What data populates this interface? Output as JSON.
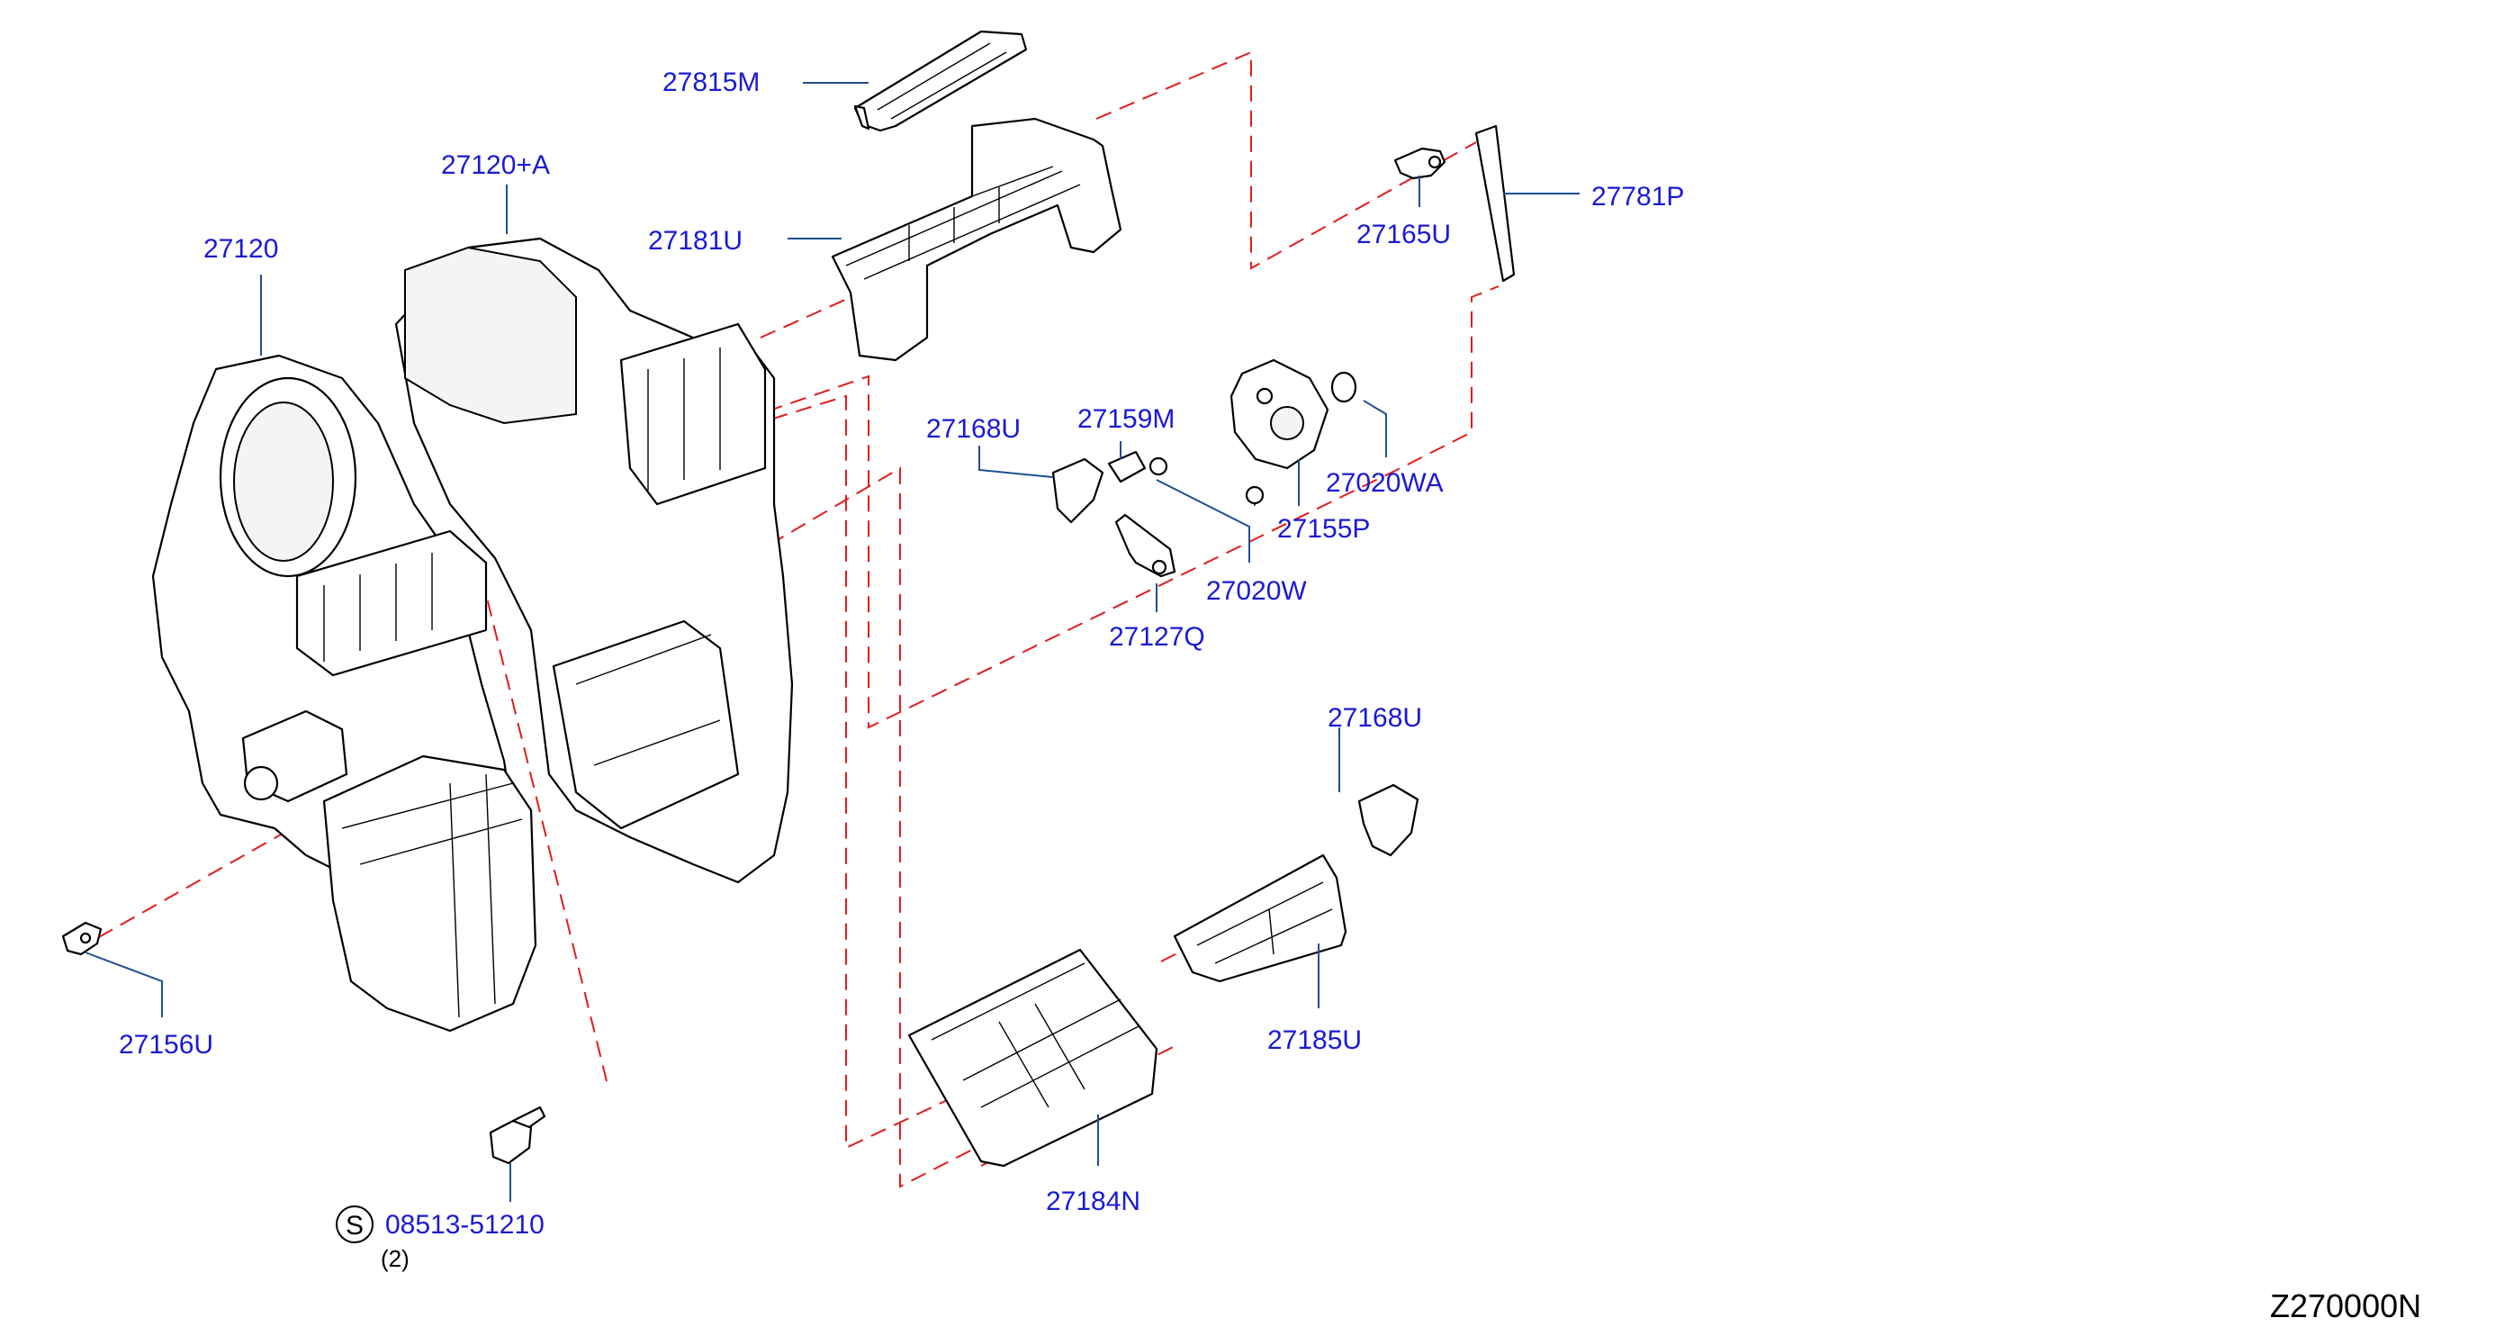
{
  "diagram_id": "Z270000N",
  "parts": [
    {
      "key": "p27815M",
      "label": "27815M"
    },
    {
      "key": "p27120A",
      "label": "27120+A"
    },
    {
      "key": "p27120",
      "label": "27120"
    },
    {
      "key": "p27181U",
      "label": "27181U"
    },
    {
      "key": "p27165U",
      "label": "27165U"
    },
    {
      "key": "p27781P",
      "label": "27781P"
    },
    {
      "key": "p27168U_top",
      "label": "27168U"
    },
    {
      "key": "p27159M",
      "label": "27159M"
    },
    {
      "key": "p27020WA",
      "label": "27020WA"
    },
    {
      "key": "p27155P",
      "label": "27155P"
    },
    {
      "key": "p27020W",
      "label": "27020W"
    },
    {
      "key": "p27127Q",
      "label": "27127Q"
    },
    {
      "key": "p27168U_bottom",
      "label": "27168U"
    },
    {
      "key": "p27185U",
      "label": "27185U"
    },
    {
      "key": "p27184N",
      "label": "27184N"
    },
    {
      "key": "p27156U",
      "label": "27156U"
    },
    {
      "key": "p08513",
      "label": "08513-51210"
    }
  ],
  "screw_symbol": "S",
  "screw_qty": "(2)",
  "colors": {
    "label": "#1a1ad6",
    "leader": "#1f4f8f",
    "dashed_line": "#e31b1b",
    "part_line": "#000000"
  },
  "icons": [
    "screw-symbol-circle"
  ]
}
